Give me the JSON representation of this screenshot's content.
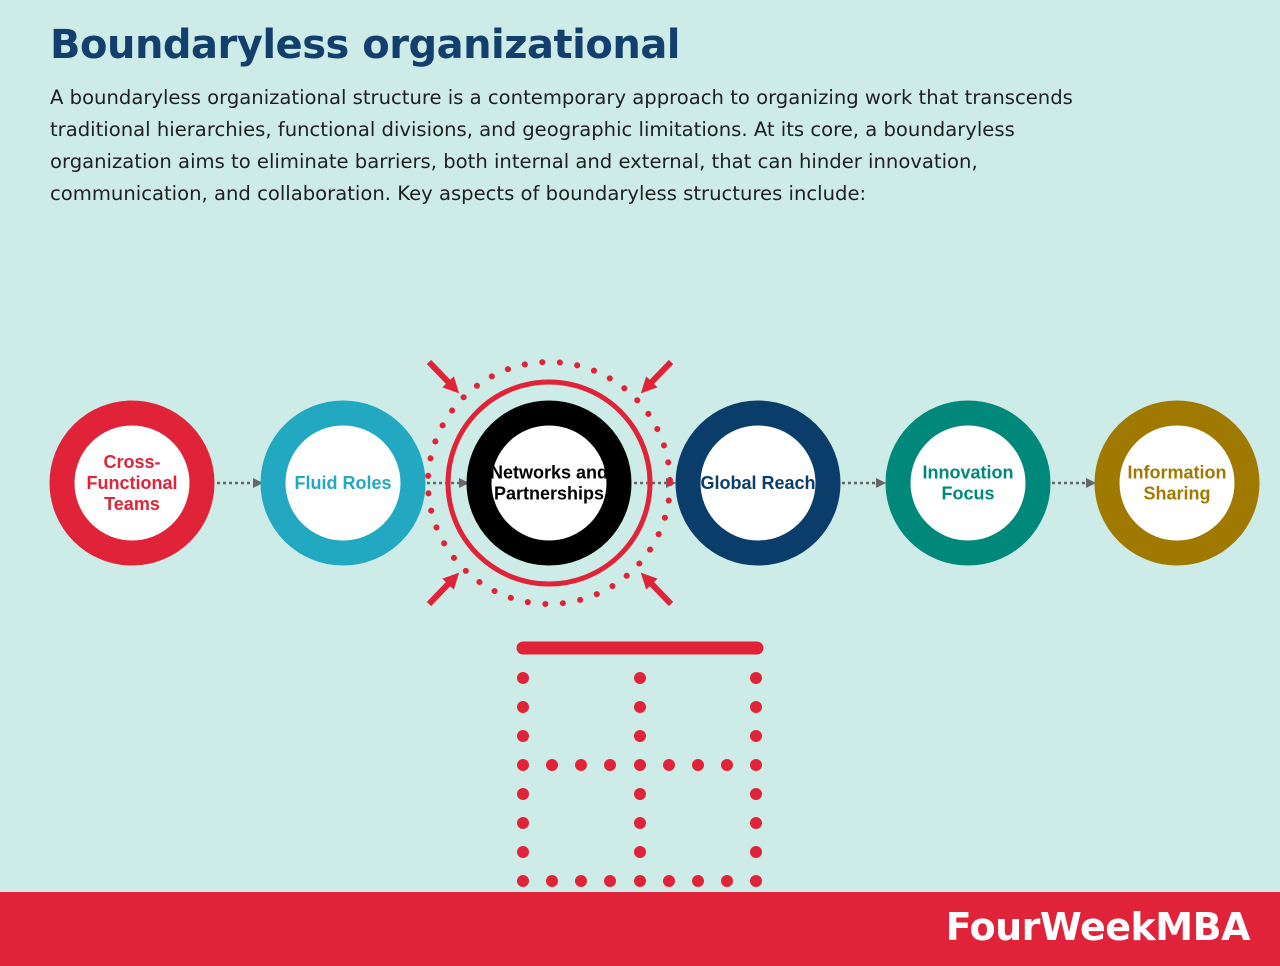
{
  "header": {
    "title": "Boundaryless organizational",
    "description": "A boundaryless organizational structure is a contemporary approach to organizing work that transcends traditional hierarchies, functional divisions, and geographic limitations. At its core, a boundaryless organization aims to eliminate barriers, both internal and external, that can hinder innovation, communication, and collaboration. Key aspects of boundaryless structures include:"
  },
  "diagram": {
    "nodes": [
      {
        "lines": [
          "Cross-",
          "Functional",
          "Teams"
        ],
        "color": "#e02338",
        "text_color": "#e02338"
      },
      {
        "lines": [
          "Fluid Roles"
        ],
        "color": "#23a8c2",
        "text_color": "#23a8c2"
      },
      {
        "lines": [
          "Networks and",
          "Partnerships"
        ],
        "color": "#000000",
        "text_color": "#000000"
      },
      {
        "lines": [
          "Global Reach"
        ],
        "color": "#0b3d6b",
        "text_color": "#0b3d6b"
      },
      {
        "lines": [
          "Innovation",
          "Focus"
        ],
        "color": "#00897b",
        "text_color": "#00897b"
      },
      {
        "lines": [
          "Information",
          "Sharing"
        ],
        "color": "#a07a00",
        "text_color": "#a07a00"
      }
    ],
    "highlight_color": "#e02338",
    "connector_color": "#666666"
  },
  "footer": {
    "brand": "FourWeekMBA",
    "background": "#e02338"
  }
}
